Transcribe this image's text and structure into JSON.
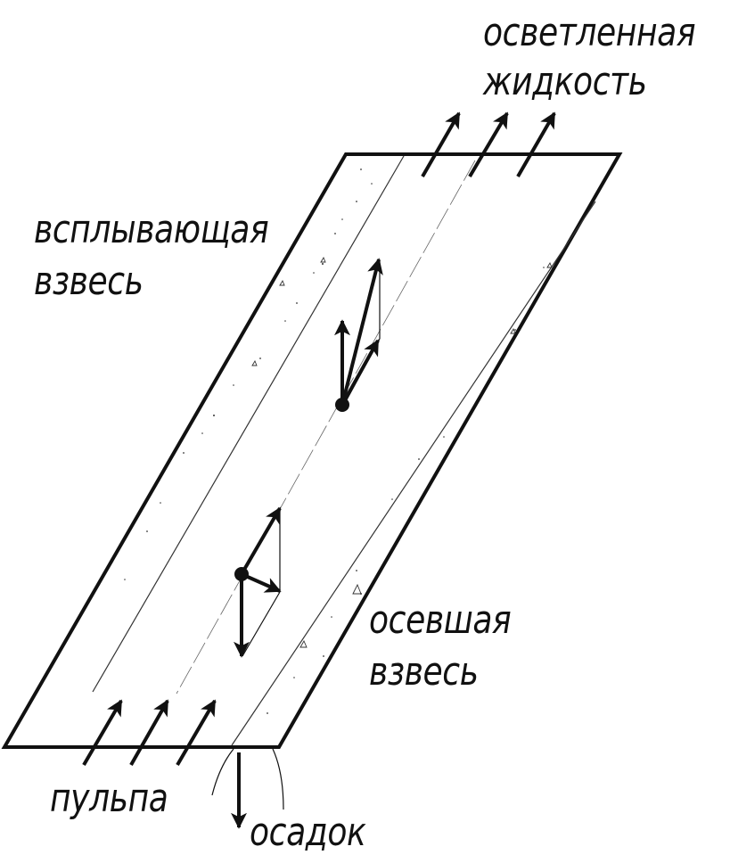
{
  "labels": {
    "clarified_1": "осветленная",
    "clarified_2": "жидкость",
    "floating_1": "всплывающая",
    "floating_2": "взвесь",
    "settled_1": "осевшая",
    "settled_2": "взвесь",
    "pulp": "пульпа",
    "sediment": "осадок"
  },
  "colors": {
    "ink": "#111111",
    "thin_line": "#333333",
    "background": "#ffffff"
  }
}
